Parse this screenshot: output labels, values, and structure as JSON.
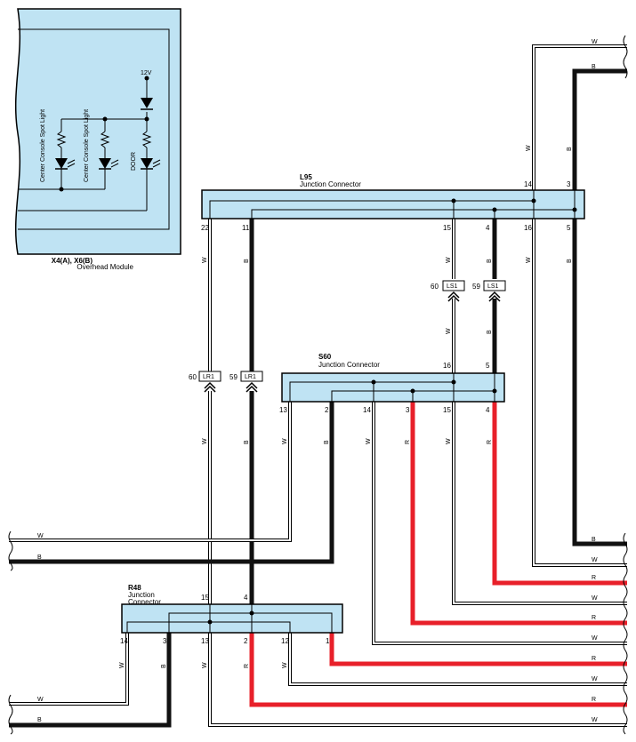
{
  "overhead": {
    "title": "X4(A), X6(B)",
    "subtitle": "Overhead Module",
    "voltage": "12V",
    "light1": "Center Console Spot Light",
    "light2": "Center Console Spot Light",
    "light3": "DOOR"
  },
  "l95": {
    "name": "L95",
    "desc": "Junction Connector",
    "pins_top": [
      "14",
      "3"
    ],
    "pins_bottom": [
      "22",
      "11",
      "15",
      "4",
      "16",
      "5"
    ]
  },
  "s60": {
    "name": "S60",
    "desc": "Junction Connector",
    "pins_top": [
      "16",
      "5"
    ],
    "pins_bottom": [
      "13",
      "2",
      "14",
      "3",
      "15",
      "4"
    ]
  },
  "r48": {
    "name": "R48",
    "desc": "Junction Connector",
    "pins_top": [
      "15",
      "4"
    ],
    "pins_bottom": [
      "14",
      "3",
      "13",
      "2",
      "12",
      "1"
    ]
  },
  "inline": {
    "ls1_a_num": "60",
    "ls1_a": "LS1",
    "ls1_b_num": "59",
    "ls1_b": "LS1",
    "lr1_a_num": "60",
    "lr1_a": "LR1",
    "lr1_b_num": "59",
    "lr1_b": "LR1"
  },
  "wire_colors": {
    "W": "W",
    "B": "B",
    "R": "R",
    "w_hex": "#ffffff",
    "b_hex": "#111111",
    "r_hex": "#e8202a",
    "conn_hex": "#bfe3f3"
  },
  "wire_labels": {
    "top_w": "W",
    "top_b": "B",
    "v_w1": "W",
    "v_b1": "B",
    "v_w_22": "W",
    "v_b_11": "B",
    "v_w_15": "W",
    "v_b_4": "B",
    "v_w_16": "W",
    "v_b_5": "B",
    "v_w_ls1": "W",
    "v_b_ls1": "B",
    "v_w_lr1": "W",
    "v_b_lr1": "B",
    "v_w_13": "W",
    "v_b_2": "B",
    "v_w_14": "W",
    "v_r_3": "R",
    "v_w_15b": "W",
    "v_r_4": "R",
    "left_w1": "W",
    "left_b1": "B",
    "left_w2": "W",
    "left_b2": "B",
    "v_w_r14": "W",
    "v_b_r3": "B",
    "v_w_r13": "W",
    "v_r_r2": "R",
    "v_w_r12": "W",
    "right_b": "B",
    "right_w1": "W",
    "right_r1": "R",
    "right_w2": "W",
    "right_r2": "R",
    "right_w3": "W",
    "right_r3": "R",
    "right_w4": "W",
    "right_r4": "R",
    "right_w5": "W"
  }
}
